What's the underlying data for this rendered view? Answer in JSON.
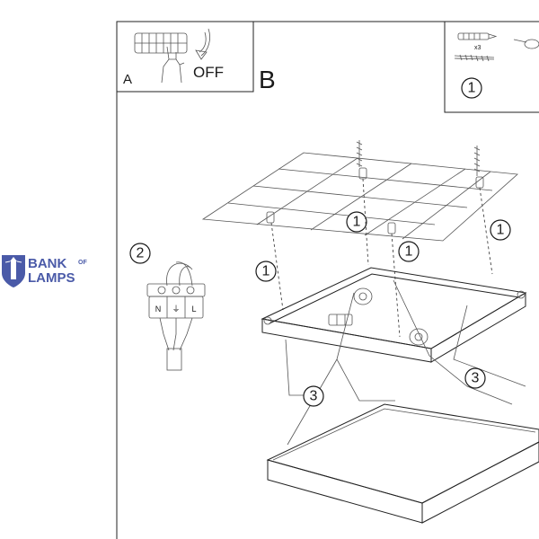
{
  "panels": {
    "a": {
      "letter": "A",
      "off_label": "OFF"
    },
    "b": {
      "letter": "B"
    },
    "kit": {
      "multiplier": "x3"
    }
  },
  "callouts": {
    "kit_step": "1",
    "ceiling_step_a": "1",
    "ceiling_step_b": "1",
    "ceiling_step_c": "1",
    "ceiling_step_d": "1",
    "wiring_step": "2",
    "cable_step_left": "3",
    "cable_step_right": "3"
  },
  "terminal_labels": [
    "N",
    "⏚",
    "L"
  ],
  "brand": {
    "line1": "BANK",
    "of": "OF",
    "line2": "LAMPS",
    "color": "#4a5aa8"
  }
}
